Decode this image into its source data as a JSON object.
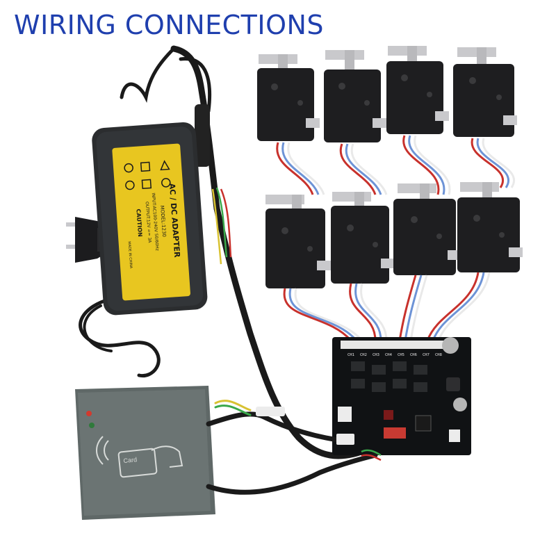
{
  "title": "WIRING CONNECTIONS",
  "adapter": {
    "label_caution": "CAUTION",
    "label_model": "MODEL:1230",
    "label_input": "INPUT:AC100-240V 50/60Hz",
    "label_output": "OUTPUT:12V == 3A",
    "label_type": "AC / DC ADAPTER",
    "label_made_in": "MADE IN CHINA"
  },
  "reader": {
    "card_text": "Card"
  },
  "board": {
    "channels": [
      "CH1",
      "CH2",
      "CH3",
      "CH4",
      "CH5",
      "CH6",
      "CH7",
      "CH8"
    ]
  },
  "colors": {
    "title": "#1f3fae",
    "lock_body": "#1e1e20",
    "bracket": "#c9c9cc",
    "adapter_body": "#2b2d2f",
    "adapter_label": "#e8c620",
    "reader_body": "#5f6867",
    "pcb": "#101214",
    "wire_red": "#c8312c",
    "wire_blue": "#6d93d6",
    "wire_white": "#e9e9e9"
  }
}
